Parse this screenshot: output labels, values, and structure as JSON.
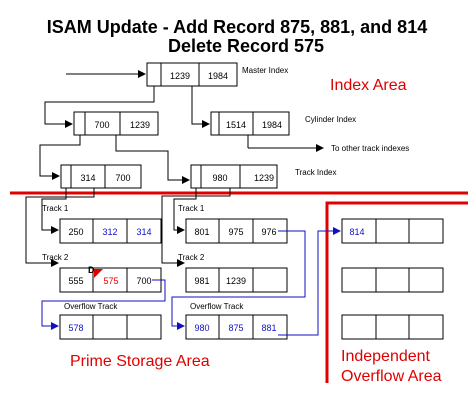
{
  "title": {
    "line1": "ISAM Update - Add Record 875, 881, and 814",
    "line2": "Delete Record 575"
  },
  "index_area_label": "Index Area",
  "prime_area_label": "Prime Storage Area",
  "overflow_area_label": {
    "line1": "Independent",
    "line2": "Overflow Area"
  },
  "master_index": {
    "label": "Master Index",
    "cells": [
      "",
      "1239",
      "1984"
    ]
  },
  "cylinder_index_left": {
    "cells": [
      "",
      "700",
      "1239"
    ]
  },
  "cylinder_index_right": {
    "label": "Cylinder Index",
    "cells": [
      "",
      "1514",
      "1984"
    ]
  },
  "other_track_label": "To other track indexes",
  "track_index_left": {
    "cells": [
      "",
      "314",
      "700"
    ]
  },
  "track_index_right": {
    "label": "Track Index",
    "cells": [
      "",
      "980",
      "1239"
    ]
  },
  "cylinder1": {
    "track1": {
      "label": "Track 1",
      "cells": [
        "250",
        "312",
        "314"
      ]
    },
    "track2": {
      "label": "Track 2",
      "cells": [
        "555",
        "575",
        "700"
      ],
      "delete_marker": "D"
    },
    "overflow": {
      "label": "Overflow Track",
      "cells": [
        "578",
        "",
        ""
      ]
    }
  },
  "cylinder2": {
    "track1": {
      "label": "Track 1",
      "cells": [
        "801",
        "975",
        "976"
      ]
    },
    "track2": {
      "label": "Track 2",
      "cells": [
        "981",
        "1239",
        ""
      ]
    },
    "overflow": {
      "label": "Overflow Track",
      "cells": [
        "980",
        "875",
        "881"
      ]
    }
  },
  "independent_overflow": {
    "row1": [
      "814",
      "",
      ""
    ],
    "row2": [
      "",
      "",
      ""
    ],
    "row3": [
      "",
      "",
      ""
    ]
  },
  "colors": {
    "red": "#e00000",
    "blue": "#1010c0",
    "black": "#000000"
  }
}
